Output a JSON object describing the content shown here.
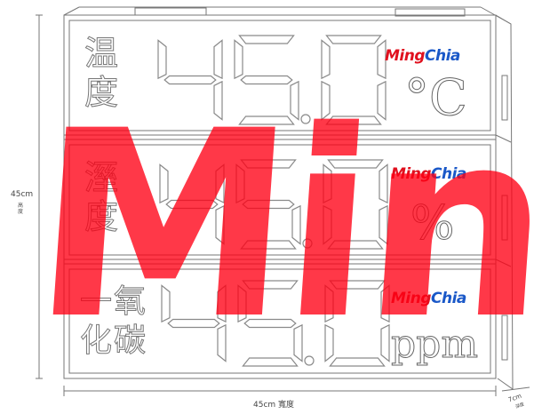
{
  "dimensions": {
    "height_label": "45cm",
    "height_cjk": "高度",
    "width_label": "45cm 寬度",
    "depth_label": "7cm",
    "depth_sub": "深度"
  },
  "rows": [
    {
      "label": "温度",
      "value": "45.0",
      "unit": "°C"
    },
    {
      "label": "溼度",
      "value": "45.0",
      "unit": "%"
    },
    {
      "label": "一氧化碳",
      "value": "45.0",
      "unit": "ppm"
    }
  ],
  "brand": {
    "part1": "Ming",
    "part2": "Chia"
  },
  "watermark": "Min",
  "colors": {
    "watermark": "#ff0014",
    "brand_red": "#e0101e",
    "brand_blue": "#1a58c8",
    "line": "#777777"
  }
}
